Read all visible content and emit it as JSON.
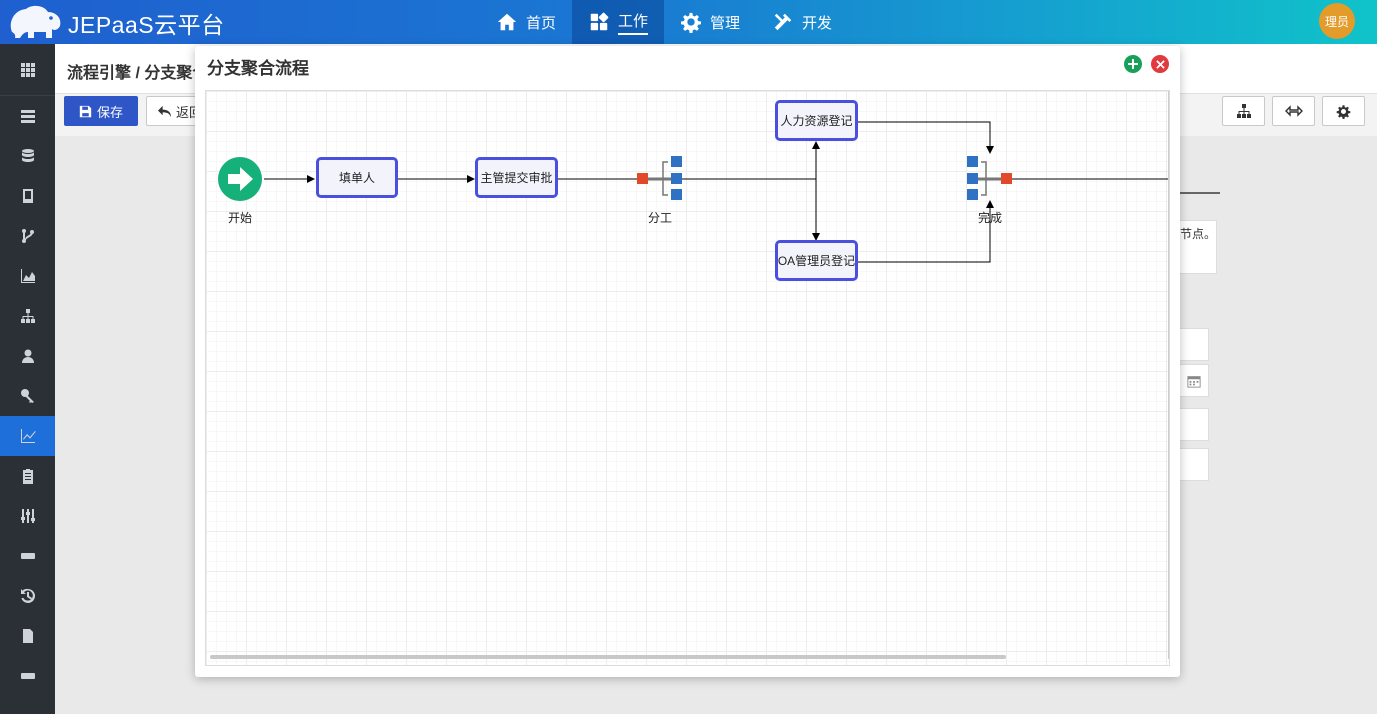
{
  "app": {
    "brand": "JEPaaS云平台",
    "avatar_text": "理员"
  },
  "nav": [
    {
      "label": "首页",
      "icon": "home-icon"
    },
    {
      "label": "工作",
      "icon": "dashboard-icon"
    },
    {
      "label": "管理",
      "icon": "gear-icon"
    },
    {
      "label": "开发",
      "icon": "tools-icon"
    }
  ],
  "page": {
    "breadcrumb": "流程引擎 / 分支聚合",
    "save_label": "保存",
    "back_label": "返回",
    "note_text": "节点。"
  },
  "modal": {
    "title": "分支聚合流程",
    "nodes": {
      "start": "开始",
      "fill": "填单人",
      "approve": "主管提交审批",
      "hr": "人力资源登记",
      "oa": "OA管理员登记",
      "split": "分工",
      "join": "完成"
    }
  },
  "colors": {
    "node_border": "#4a4fe0",
    "start_green": "#16b07a",
    "gate_orange": "#e0492a",
    "gate_blue": "#2f72c4"
  }
}
